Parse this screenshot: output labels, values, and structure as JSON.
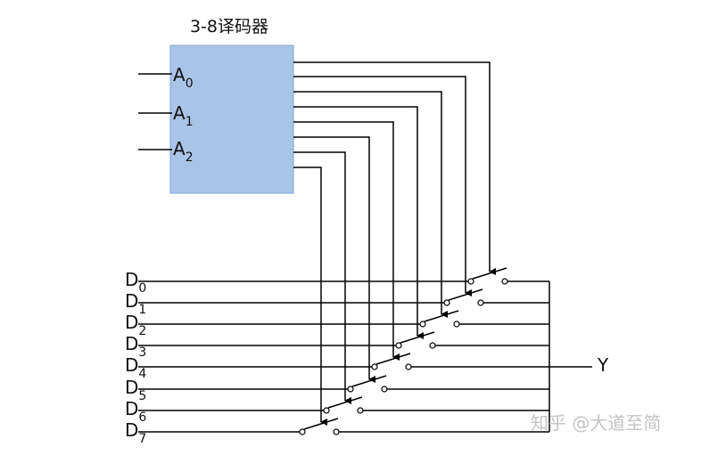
{
  "decoder": {
    "title": "3-8译码器",
    "inputs": [
      {
        "base": "A",
        "sub": "0"
      },
      {
        "base": "A",
        "sub": "1"
      },
      {
        "base": "A",
        "sub": "2"
      }
    ],
    "fill_color": "#a9c4e6",
    "stroke_color": "#7ea3d3"
  },
  "data_inputs": [
    {
      "base": "D",
      "sub": "0"
    },
    {
      "base": "D",
      "sub": "1"
    },
    {
      "base": "D",
      "sub": "2"
    },
    {
      "base": "D",
      "sub": "3"
    },
    {
      "base": "D",
      "sub": "4"
    },
    {
      "base": "D",
      "sub": "5"
    },
    {
      "base": "D",
      "sub": "6"
    },
    {
      "base": "D",
      "sub": "7"
    }
  ],
  "output": {
    "label": "Y"
  },
  "caption": "",
  "watermark": "知乎 @大道至简"
}
